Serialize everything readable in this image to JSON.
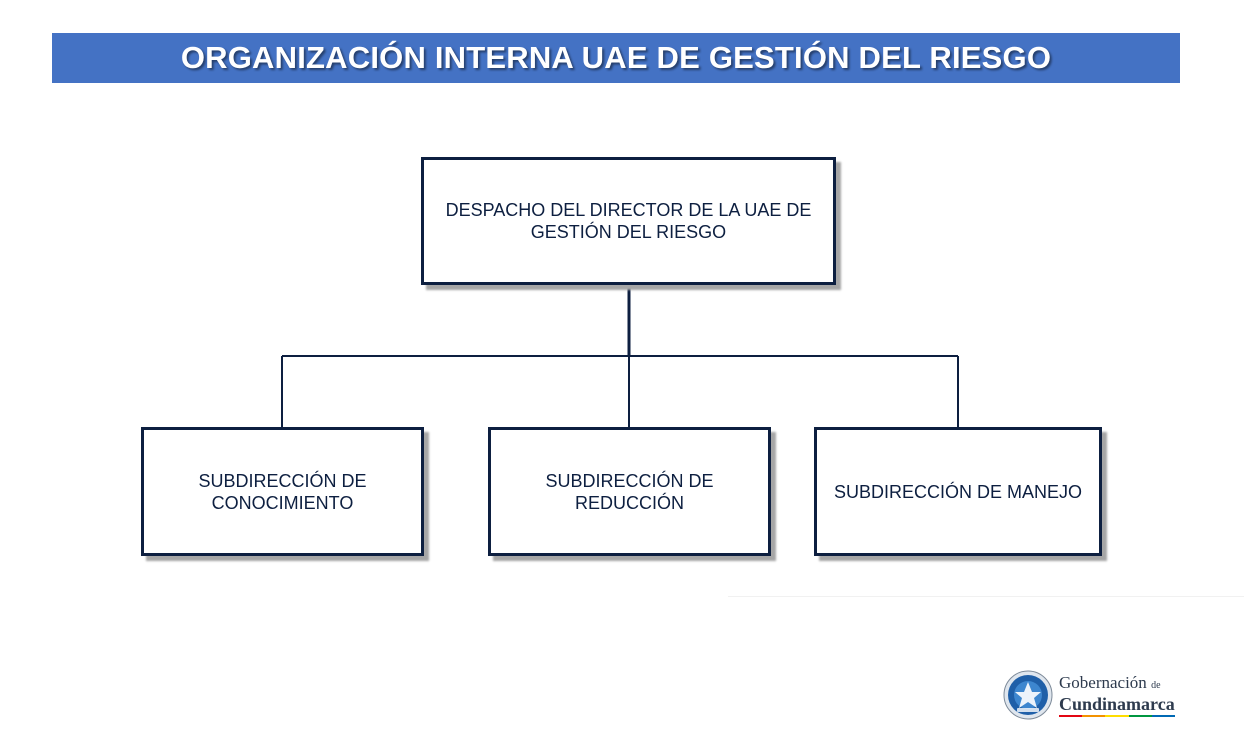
{
  "header": {
    "title": "ORGANIZACIÓN INTERNA UAE DE GESTIÓN DEL RIESGO"
  },
  "org_chart": {
    "root": {
      "lines": [
        "DESPACHO DEL DIRECTOR DE LA UAE DE",
        "GESTIÓN DEL RIESGO"
      ]
    },
    "children": [
      {
        "lines": [
          "SUBDIRECCIÓN DE",
          "CONOCIMIENTO"
        ]
      },
      {
        "lines": [
          "SUBDIRECCIÓN DE",
          "REDUCCIÓN"
        ]
      },
      {
        "lines": [
          "SUBDIRECCIÓN DE MANEJO"
        ]
      }
    ]
  },
  "logo": {
    "line1": "Gobernación",
    "line1_small": "de",
    "line2": "Cundinamarca",
    "colors": [
      "#e30613",
      "#f39200",
      "#ffdd00",
      "#009640",
      "#0069b4"
    ]
  },
  "colors": {
    "title_bar": "#4472c4",
    "box_border": "#0d1f40",
    "connector": "#0d1f40"
  }
}
